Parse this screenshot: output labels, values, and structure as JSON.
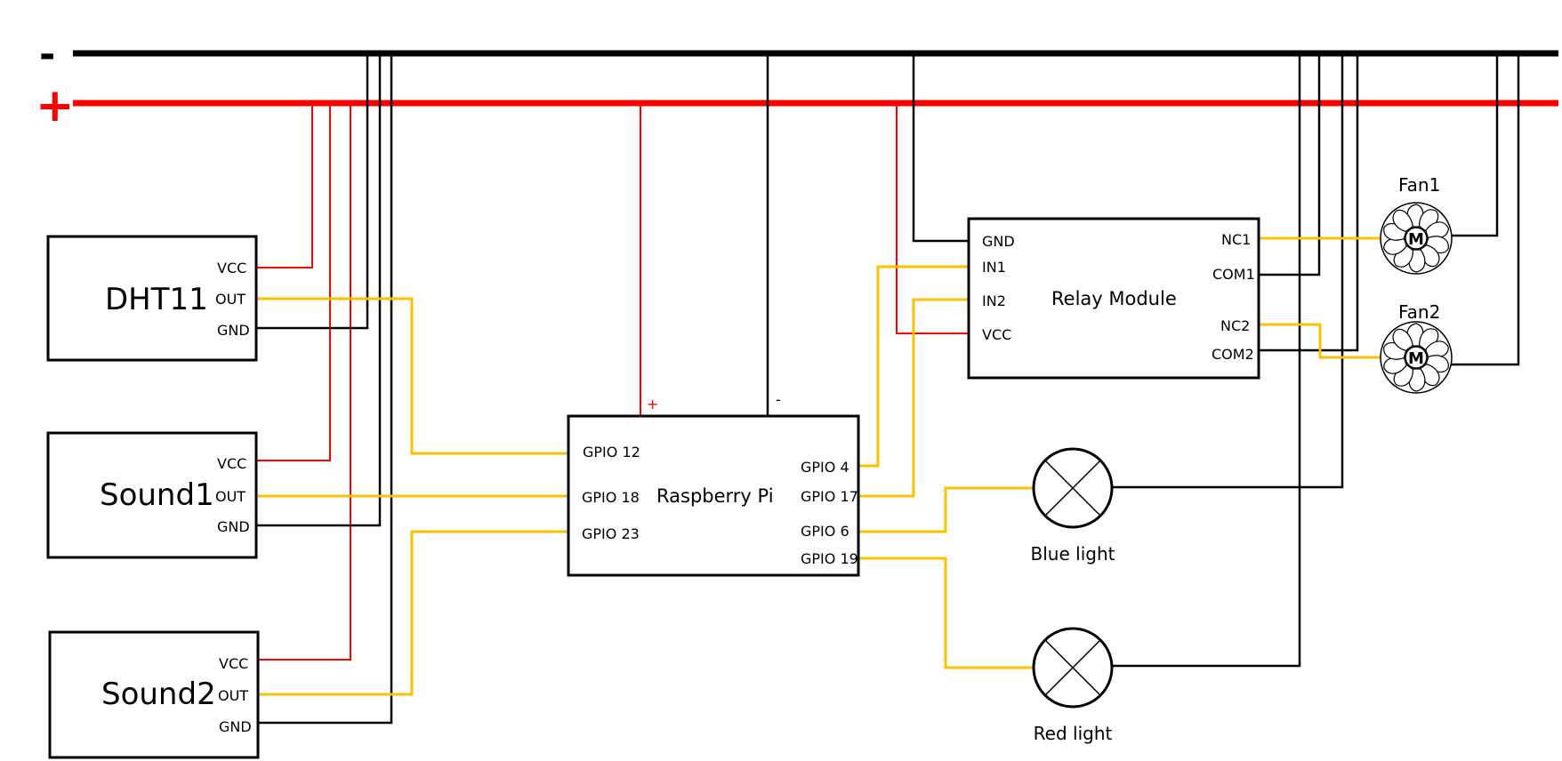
{
  "colors": {
    "ground_rail": "#000000",
    "power_rail": "#ff0000",
    "power_wire": "#ff0000",
    "ground_wire": "#000000",
    "signal_wire": "#ffc000"
  },
  "rails": {
    "negative_label": "-",
    "positive_label": "+"
  },
  "dht11": {
    "name": "DHT11",
    "vcc": "VCC",
    "out": "OUT",
    "gnd": "GND"
  },
  "sound1": {
    "name": "Sound1",
    "vcc": "VCC",
    "out": "OUT",
    "gnd": "GND"
  },
  "sound2": {
    "name": "Sound2",
    "vcc": "VCC",
    "out": "OUT",
    "gnd": "GND"
  },
  "raspberry_pi": {
    "name": "Raspberry Pi",
    "plus": "+",
    "minus": "-",
    "gpio12": "GPIO 12",
    "gpio18": "GPIO 18",
    "gpio23": "GPIO 23",
    "gpio4": "GPIO 4",
    "gpio17": "GPIO 17",
    "gpio6": "GPIO 6",
    "gpio19": "GPIO 19"
  },
  "relay": {
    "name": "Relay Module",
    "gnd": "GND",
    "in1": "IN1",
    "in2": "IN2",
    "vcc": "VCC",
    "nc1": "NC1",
    "com1": "COM1",
    "nc2": "NC2",
    "com2": "COM2"
  },
  "fan1": {
    "name": "Fan1",
    "motor": "M",
    "icon": "fan-icon"
  },
  "fan2": {
    "name": "Fan2",
    "motor": "M",
    "icon": "fan-icon"
  },
  "blue_light": {
    "name": "Blue light",
    "icon": "lamp-icon"
  },
  "red_light": {
    "name": "Red light",
    "icon": "lamp-icon"
  }
}
